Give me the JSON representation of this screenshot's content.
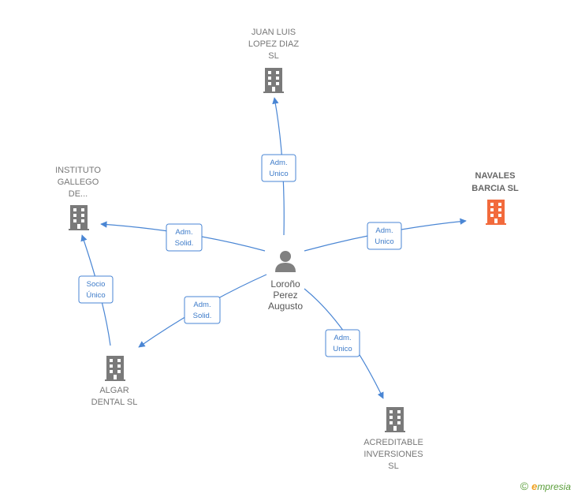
{
  "colors": {
    "edge": "#4a86d4",
    "node": "#7a7a7a",
    "highlight": "#f26a3c",
    "footer": "#5a9e3a"
  },
  "center": {
    "name_lines": [
      "Loroño",
      "Perez",
      "Augusto"
    ],
    "icon": "person-icon"
  },
  "nodes": [
    {
      "id": "juan",
      "name_lines": [
        "JUAN LUIS",
        "LOPEZ DIAZ",
        "SL"
      ],
      "icon": "building-icon",
      "highlight": false
    },
    {
      "id": "navales",
      "name_lines": [
        "NAVALES",
        "BARCIA  SL"
      ],
      "icon": "building-icon",
      "highlight": true
    },
    {
      "id": "instituto",
      "name_lines": [
        "INSTITUTO",
        "GALLEGO",
        "DE..."
      ],
      "icon": "building-icon",
      "highlight": false
    },
    {
      "id": "algar",
      "name_lines": [
        "ALGAR",
        "DENTAL SL"
      ],
      "icon": "building-icon",
      "highlight": false
    },
    {
      "id": "acreditable",
      "name_lines": [
        "ACREDITABLE",
        "INVERSIONES",
        "SL"
      ],
      "icon": "building-icon",
      "highlight": false
    }
  ],
  "edges": [
    {
      "id": "e-juan",
      "label_lines": [
        "Adm.",
        "Unico"
      ]
    },
    {
      "id": "e-navales",
      "label_lines": [
        "Adm.",
        "Unico"
      ]
    },
    {
      "id": "e-instituto",
      "label_lines": [
        "Adm.",
        "Solid."
      ]
    },
    {
      "id": "e-algar",
      "label_lines": [
        "Adm.",
        "Solid."
      ]
    },
    {
      "id": "e-acreditable",
      "label_lines": [
        "Adm.",
        "Unico"
      ]
    },
    {
      "id": "e-socio",
      "label_lines": [
        "Socio",
        "Único"
      ]
    }
  ],
  "footer": {
    "copyright_symbol": "©",
    "brand_initial": "e",
    "brand_rest": "mpresia"
  }
}
